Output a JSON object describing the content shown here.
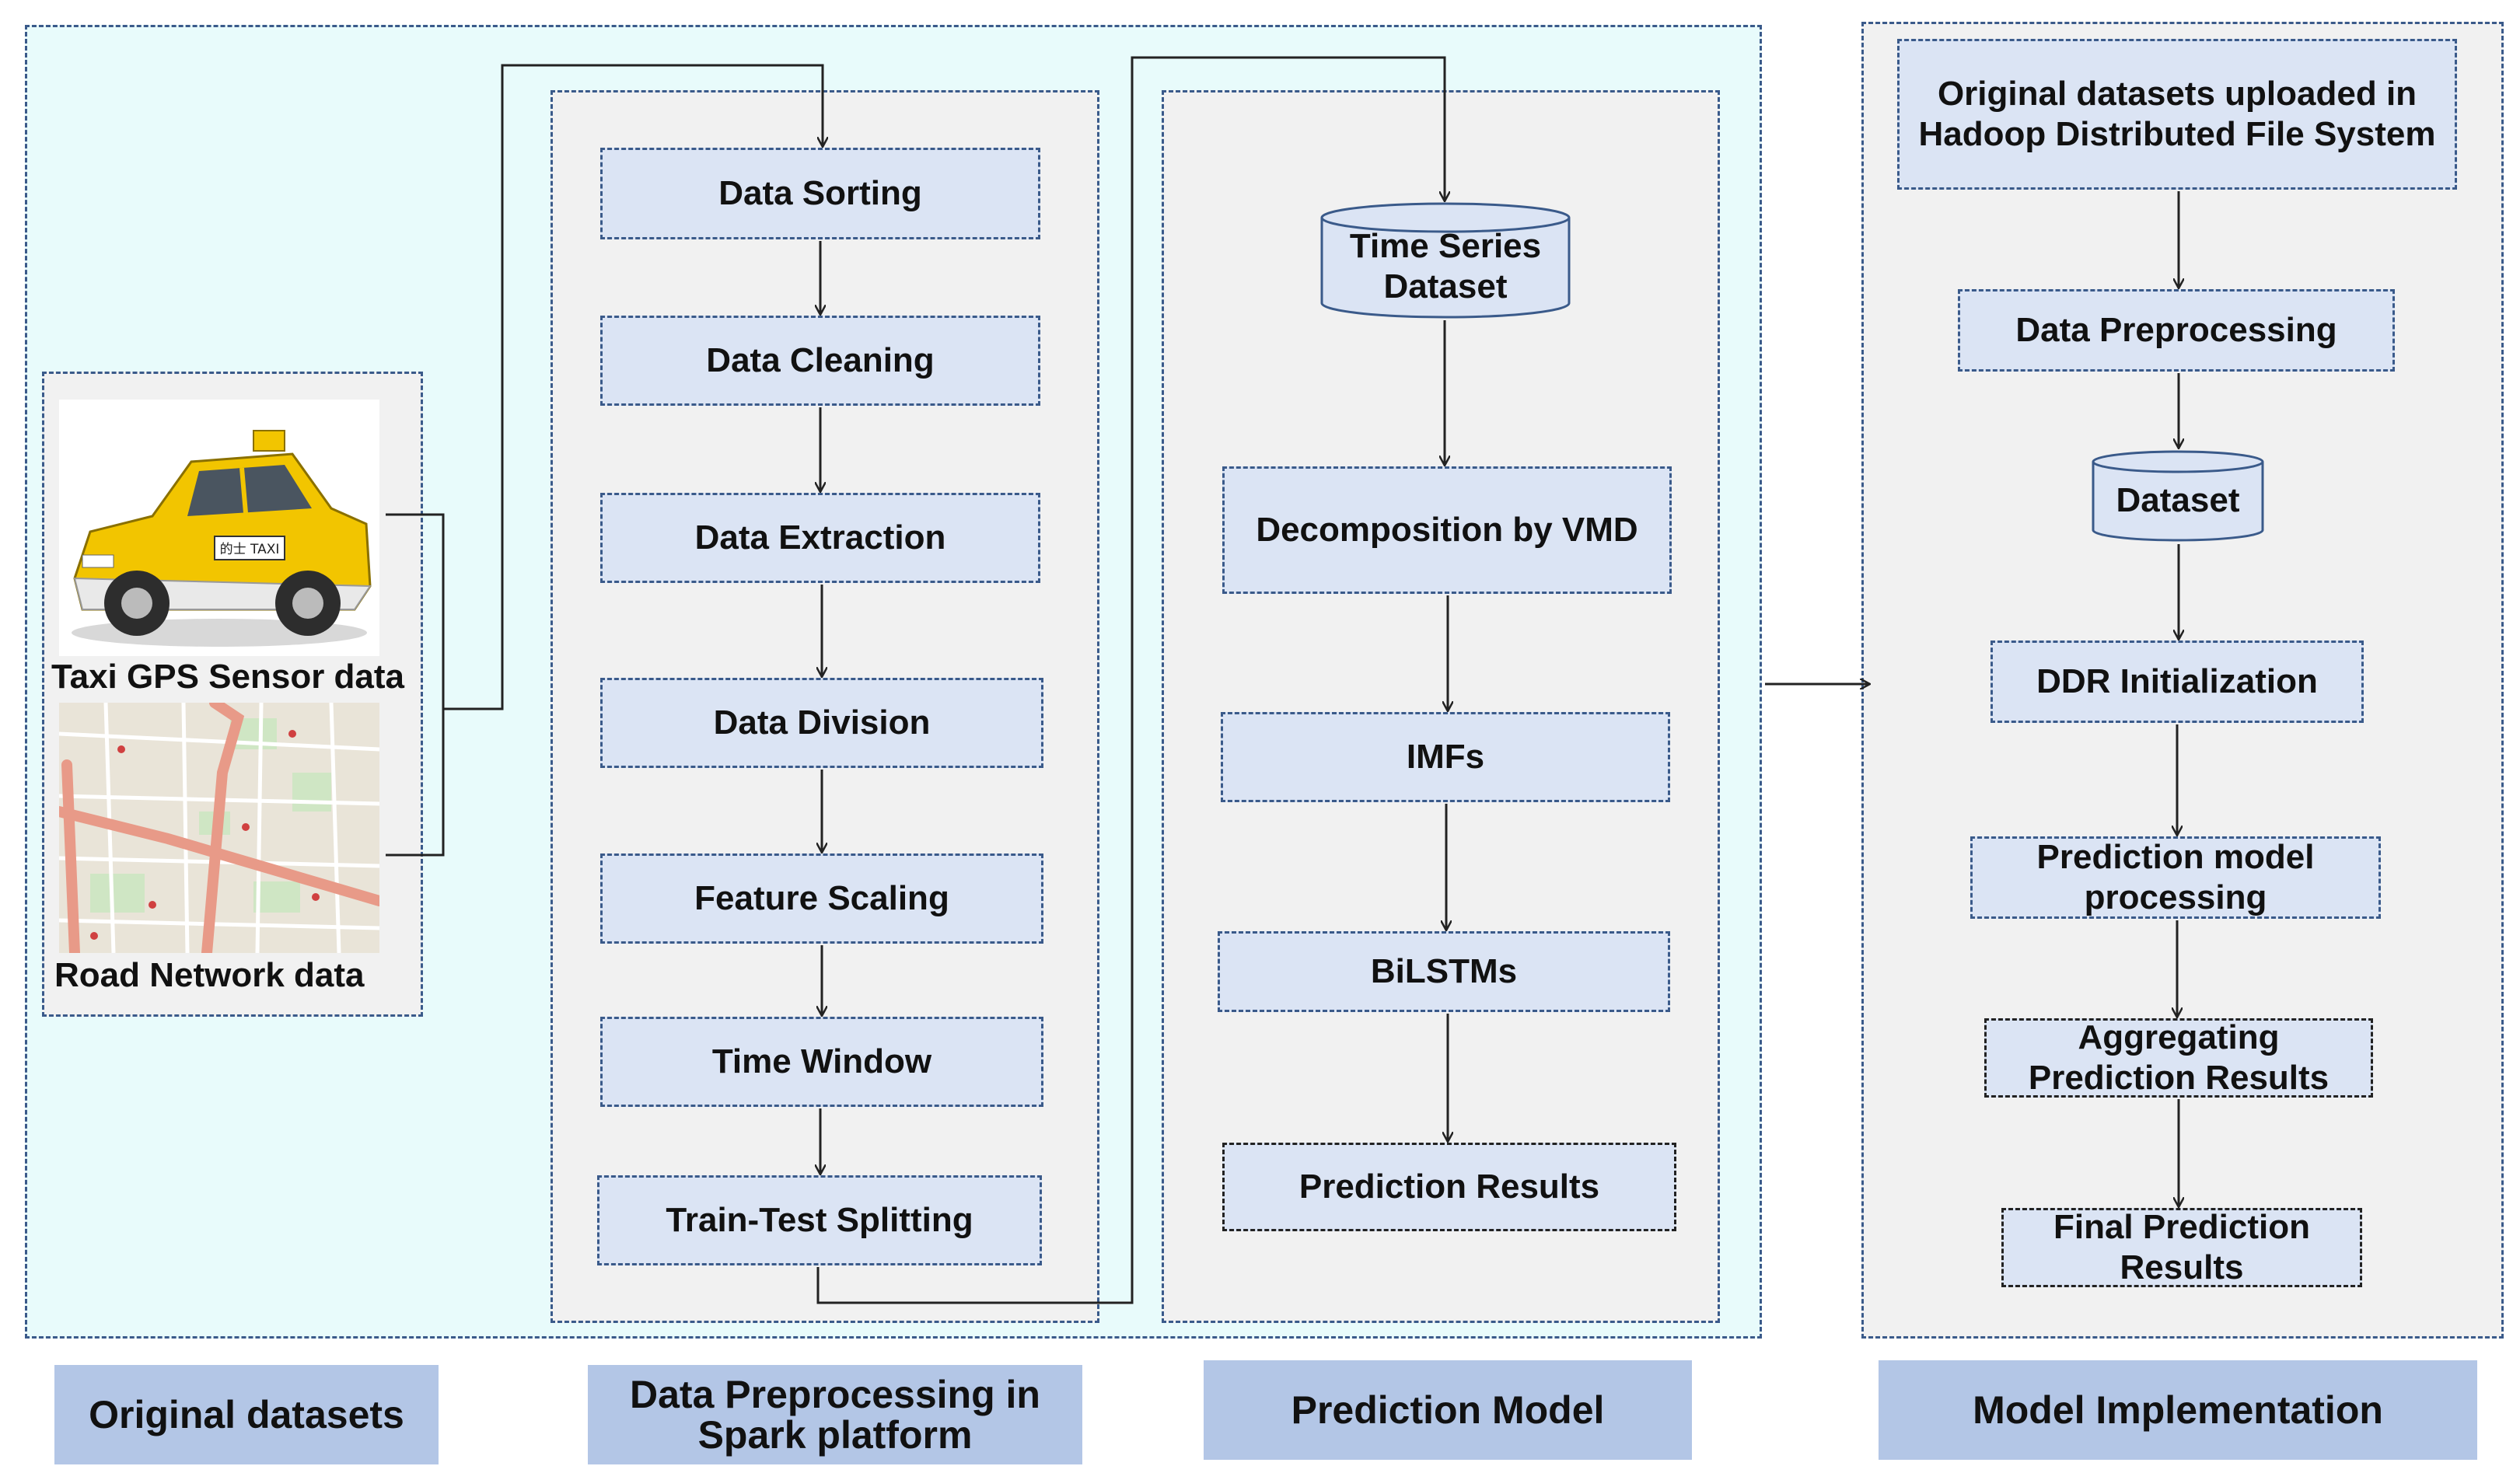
{
  "original": {
    "taxi_caption": "Taxi GPS Sensor data",
    "road_caption": "Road Network data",
    "taxi_sign": "的士 TAXI"
  },
  "preprocessing": {
    "steps": [
      "Data Sorting",
      "Data Cleaning",
      "Data Extraction",
      "Data Division",
      "Feature Scaling",
      "Time Window",
      "Train-Test Splitting"
    ]
  },
  "prediction": {
    "dataset": "Time Series Dataset",
    "steps": [
      "Decomposition by VMD",
      "IMFs",
      "BiLSTMs",
      "Prediction Results"
    ]
  },
  "implementation": {
    "upload": "Original datasets uploaded in Hadoop Distributed File System",
    "preprocessing": "Data Preprocessing",
    "dataset": "Dataset",
    "ddr": "DDR Initialization",
    "processing": "Prediction model processing",
    "aggregating": "Aggregating Prediction Results",
    "final": "Final Prediction Results"
  },
  "section_labels": [
    "Original datasets",
    "Data Preprocessing in Spark platform",
    "Prediction Model",
    "Model Implementation"
  ],
  "colors": {
    "outer_panel": "#e8fbfb",
    "inner_panel": "#f1f1f1",
    "box_fill": "#dbe4f4",
    "label_fill": "#b3c6e6",
    "border": "#3a5a8a"
  }
}
